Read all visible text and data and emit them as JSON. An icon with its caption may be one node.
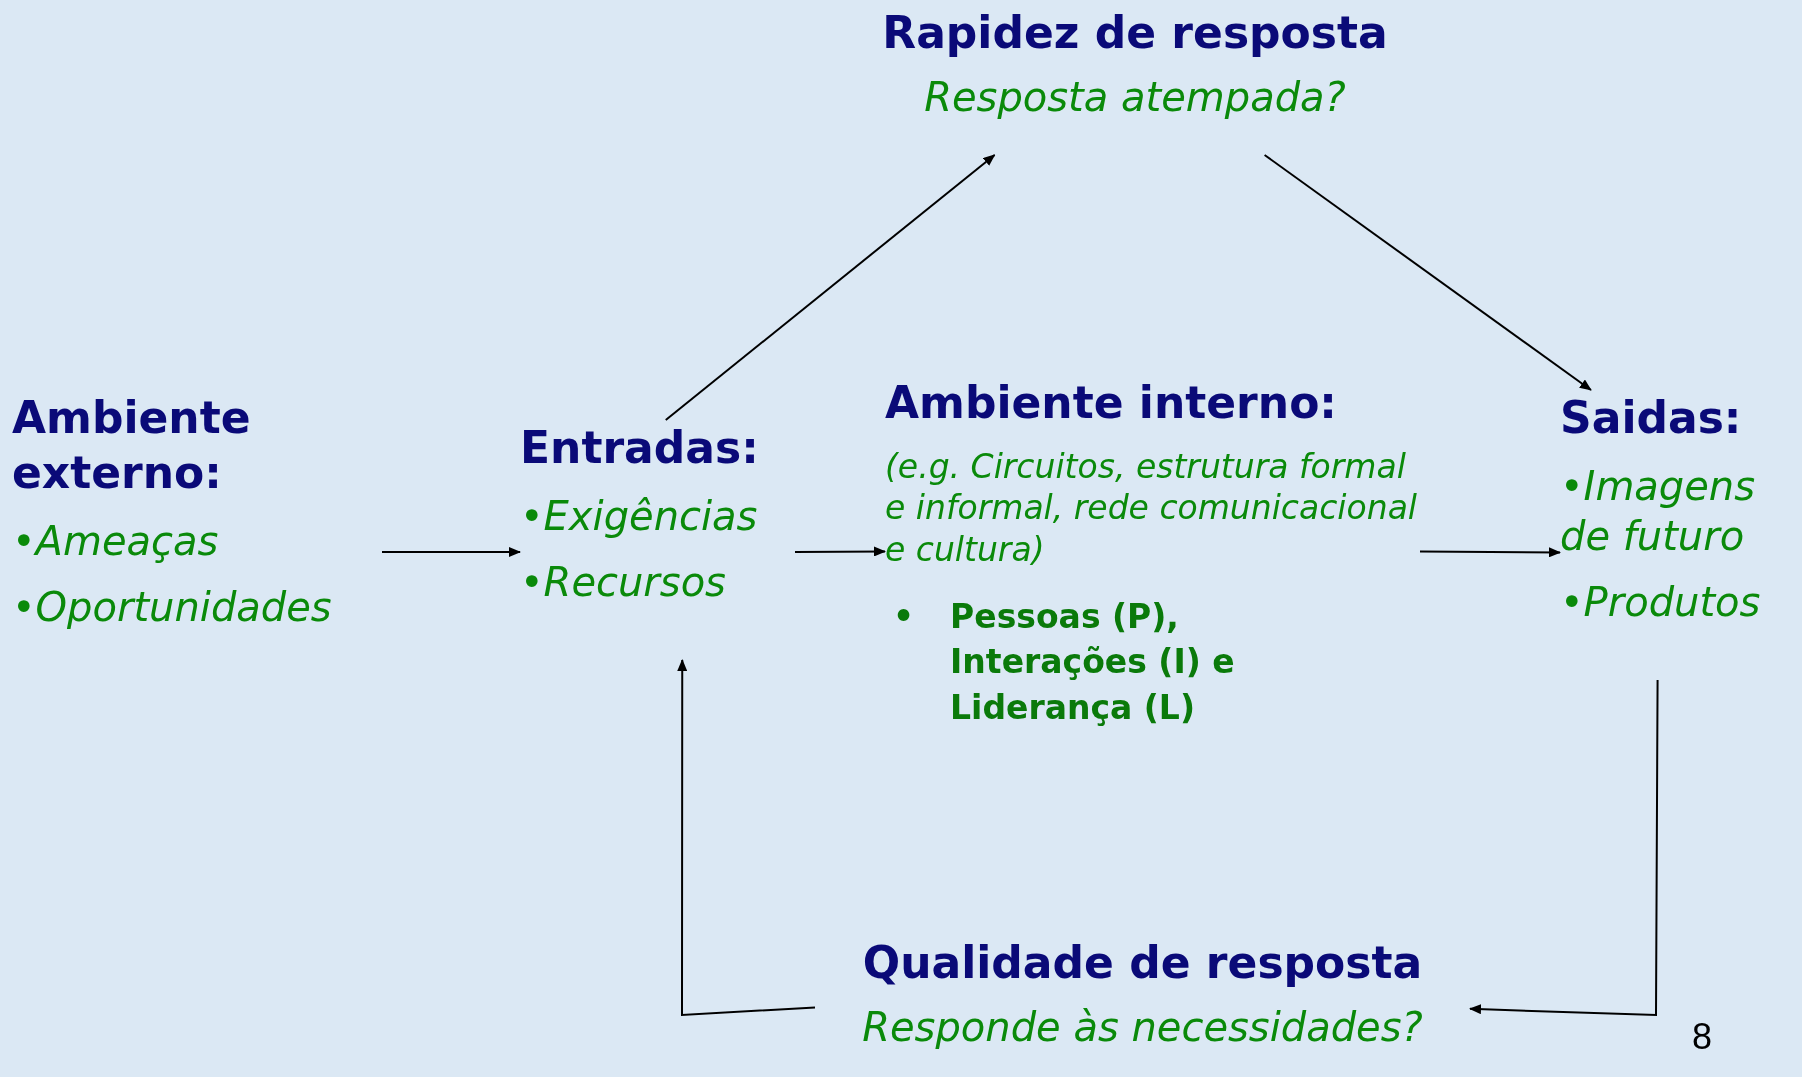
{
  "diagram": {
    "nodes": [
      {
        "text": [
          "Ambiente externo:",
          "•Ameaças",
          "•Oportunidades"
        ]
      },
      {
        "text": [
          "Entradas:",
          "•Exigências",
          "•Recursos"
        ]
      },
      {
        "text": [
          "Ambiente interno:",
          "(e.g. Circuitos, estrutura formal e informal, rede comunicacional e cultura)",
          "•",
          "Pessoas (P), Interações (I) e Liderança (L)"
        ]
      },
      {
        "text": [
          "Saidas:",
          "•Imagens de futuro",
          "•Produtos"
        ]
      },
      {
        "text": [
          "Rapidez de resposta",
          "Resposta atempada?"
        ]
      },
      {
        "text": [
          "Qualidade de resposta",
          "Responde às necessidades?"
        ]
      }
    ],
    "edges": [
      {
        "from": 0,
        "to": 1,
        "arrow": "to"
      },
      {
        "from": 1,
        "to": 2,
        "arrow": "to"
      },
      {
        "from": 2,
        "to": 3,
        "arrow": "to"
      },
      {
        "from": 1,
        "to": 4,
        "arrow": "to"
      },
      {
        "from": 4,
        "to": 3,
        "arrow": "to"
      },
      {
        "from": 3,
        "to": 5,
        "arrow": "to"
      },
      {
        "from": 5,
        "to": 1,
        "arrow": "to"
      }
    ],
    "labels": [
      "8"
    ]
  }
}
